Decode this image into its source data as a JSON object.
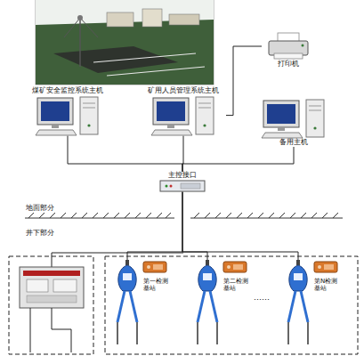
{
  "diagram": {
    "nodes": [
      {
        "text": [
          "煤矿安全监控系统主机"
        ]
      },
      {
        "text": [
          "矿用人员管理系统主机"
        ]
      },
      {
        "text": [
          "打印机"
        ]
      },
      {
        "text": [
          "备用主机"
        ]
      },
      {
        "text": [
          "主控接口"
        ]
      },
      {
        "text": [
          "第一检测基站"
        ]
      },
      {
        "text": [
          "第二检测基站"
        ]
      },
      {
        "text": [
          "第N检测基站"
        ]
      }
    ],
    "edges": [
      {
        "from": 0,
        "to": 4,
        "arrow": "none"
      },
      {
        "from": 1,
        "to": 4,
        "arrow": "none"
      },
      {
        "from": 3,
        "to": 4,
        "arrow": "none"
      },
      {
        "from": 1,
        "to": 2,
        "arrow": "none"
      },
      {
        "from": 4,
        "to": 5,
        "arrow": "none"
      },
      {
        "from": 4,
        "to": 6,
        "arrow": "none"
      },
      {
        "from": 4,
        "to": 7,
        "arrow": "none"
      }
    ],
    "labels": [
      "地面部分",
      "井下部分",
      "……"
    ]
  }
}
